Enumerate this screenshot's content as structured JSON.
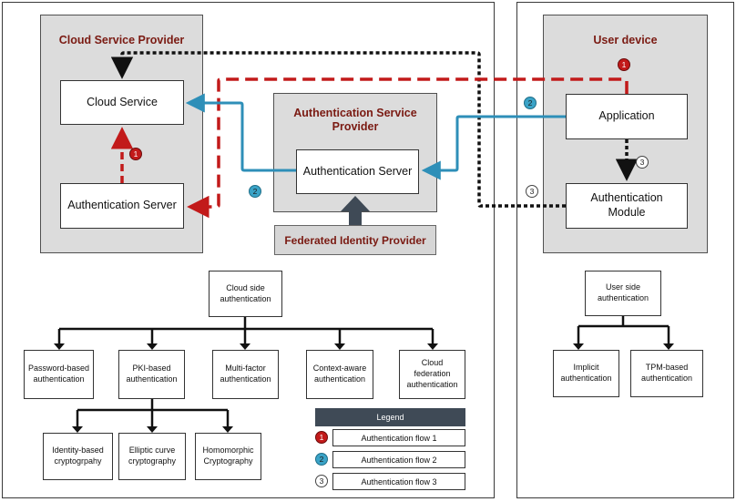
{
  "groups": {
    "cloud_provider": "Cloud Service Provider",
    "auth_provider": "Authentication Service Provider",
    "user_device": "User device"
  },
  "boxes": {
    "cloud_service": "Cloud Service",
    "csp_auth_server": "Authentication Server",
    "asp_auth_server": "Authentication Server",
    "application": "Application",
    "auth_module": "Authentication Module",
    "federated_idp": "Federated Identity Provider"
  },
  "cloud_tree": {
    "root": "Cloud side authentication",
    "children": [
      "Password-based authentication",
      "PKI-based authentication",
      "Multi-factor authentication",
      "Context-aware authentication",
      "Cloud federation authentication"
    ],
    "pki_children": [
      "Identity-based cryptogrpahy",
      "Elliptic curve cryptography",
      "Homomorphic Cryptography"
    ]
  },
  "user_tree": {
    "root": "User side authentication",
    "children": [
      "Implicit authentication",
      "TPM-based authentication"
    ]
  },
  "legend": {
    "title": "Legend",
    "items": [
      {
        "num": "1",
        "label": "Authentication flow 1"
      },
      {
        "num": "2",
        "label": "Authentication flow 2"
      },
      {
        "num": "3",
        "label": "Authentication flow 3"
      }
    ]
  },
  "badges": {
    "flow1": "1",
    "flow2": "2",
    "flow3": "3"
  },
  "colors": {
    "flow1": "#c21a1a",
    "flow2": "#2e8fb8",
    "flow3": "#111111",
    "title_text": "#7a1a12",
    "legend_header": "#3f4a56"
  }
}
